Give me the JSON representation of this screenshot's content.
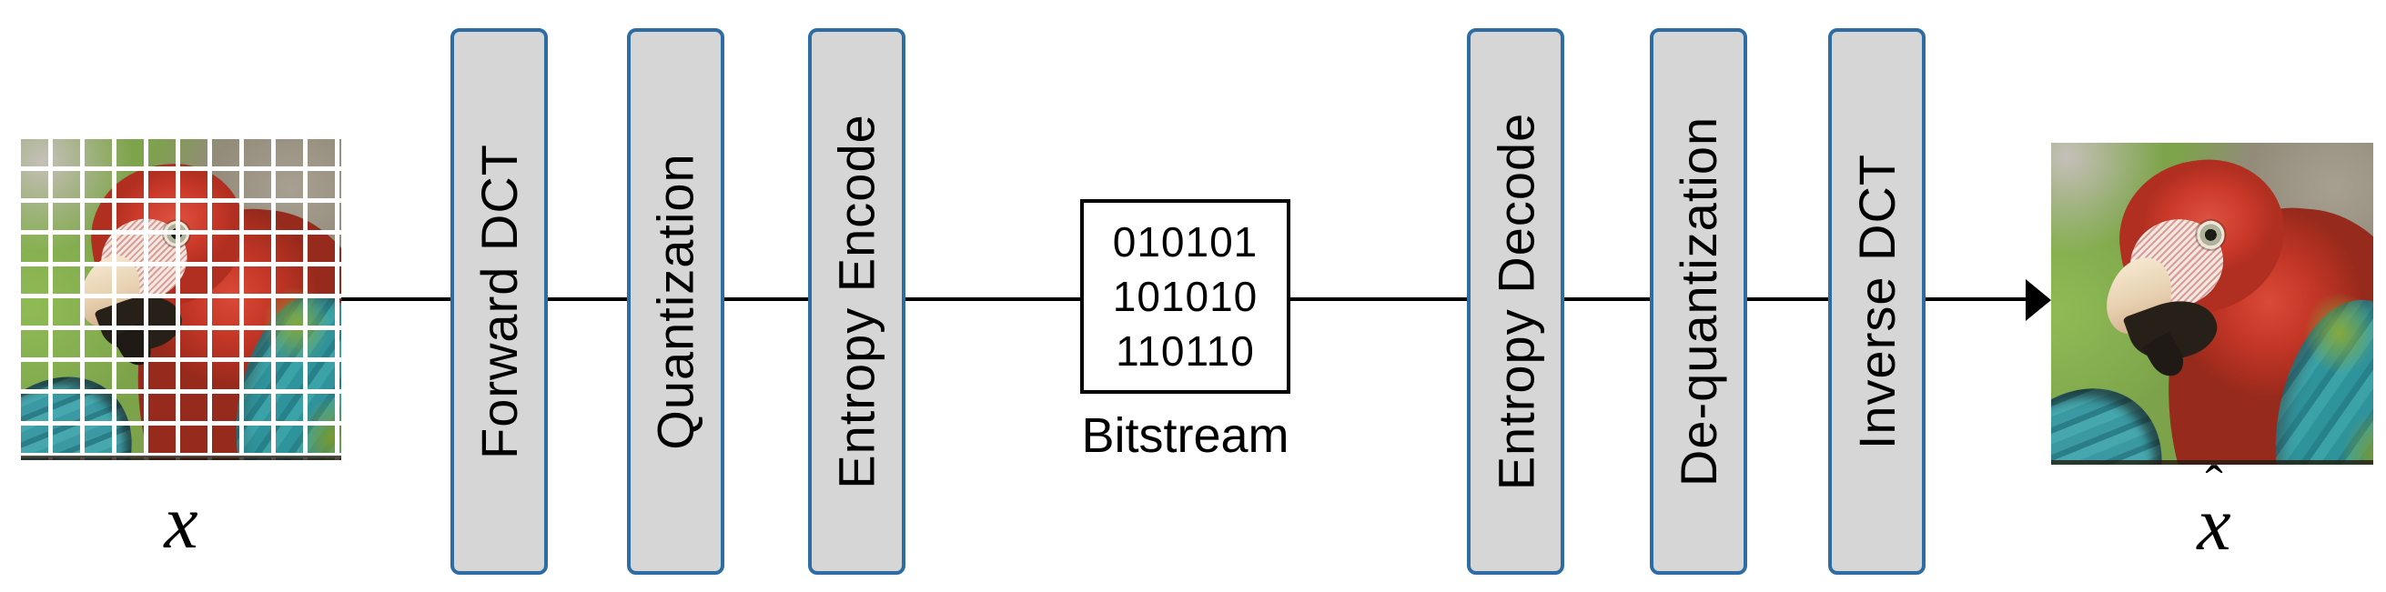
{
  "pipeline": {
    "input_label": "x",
    "output_label_base": "x",
    "output_label_hat": "ˆ",
    "encoder_boxes": [
      {
        "label": "Forward DCT"
      },
      {
        "label": "Quantization"
      },
      {
        "label": "Entropy Encode"
      }
    ],
    "decoder_boxes": [
      {
        "label": "Entropy Decode"
      },
      {
        "label": "De-quantization"
      },
      {
        "label": "Inverse DCT"
      }
    ],
    "bitstream": {
      "lines": [
        "010101",
        "101010",
        "110110"
      ],
      "caption": "Bitstream"
    },
    "colors": {
      "box_fill": "#d6d6d6",
      "box_border": "#2e6da4",
      "connector": "#000000",
      "bitstream_border": "#000000"
    }
  }
}
